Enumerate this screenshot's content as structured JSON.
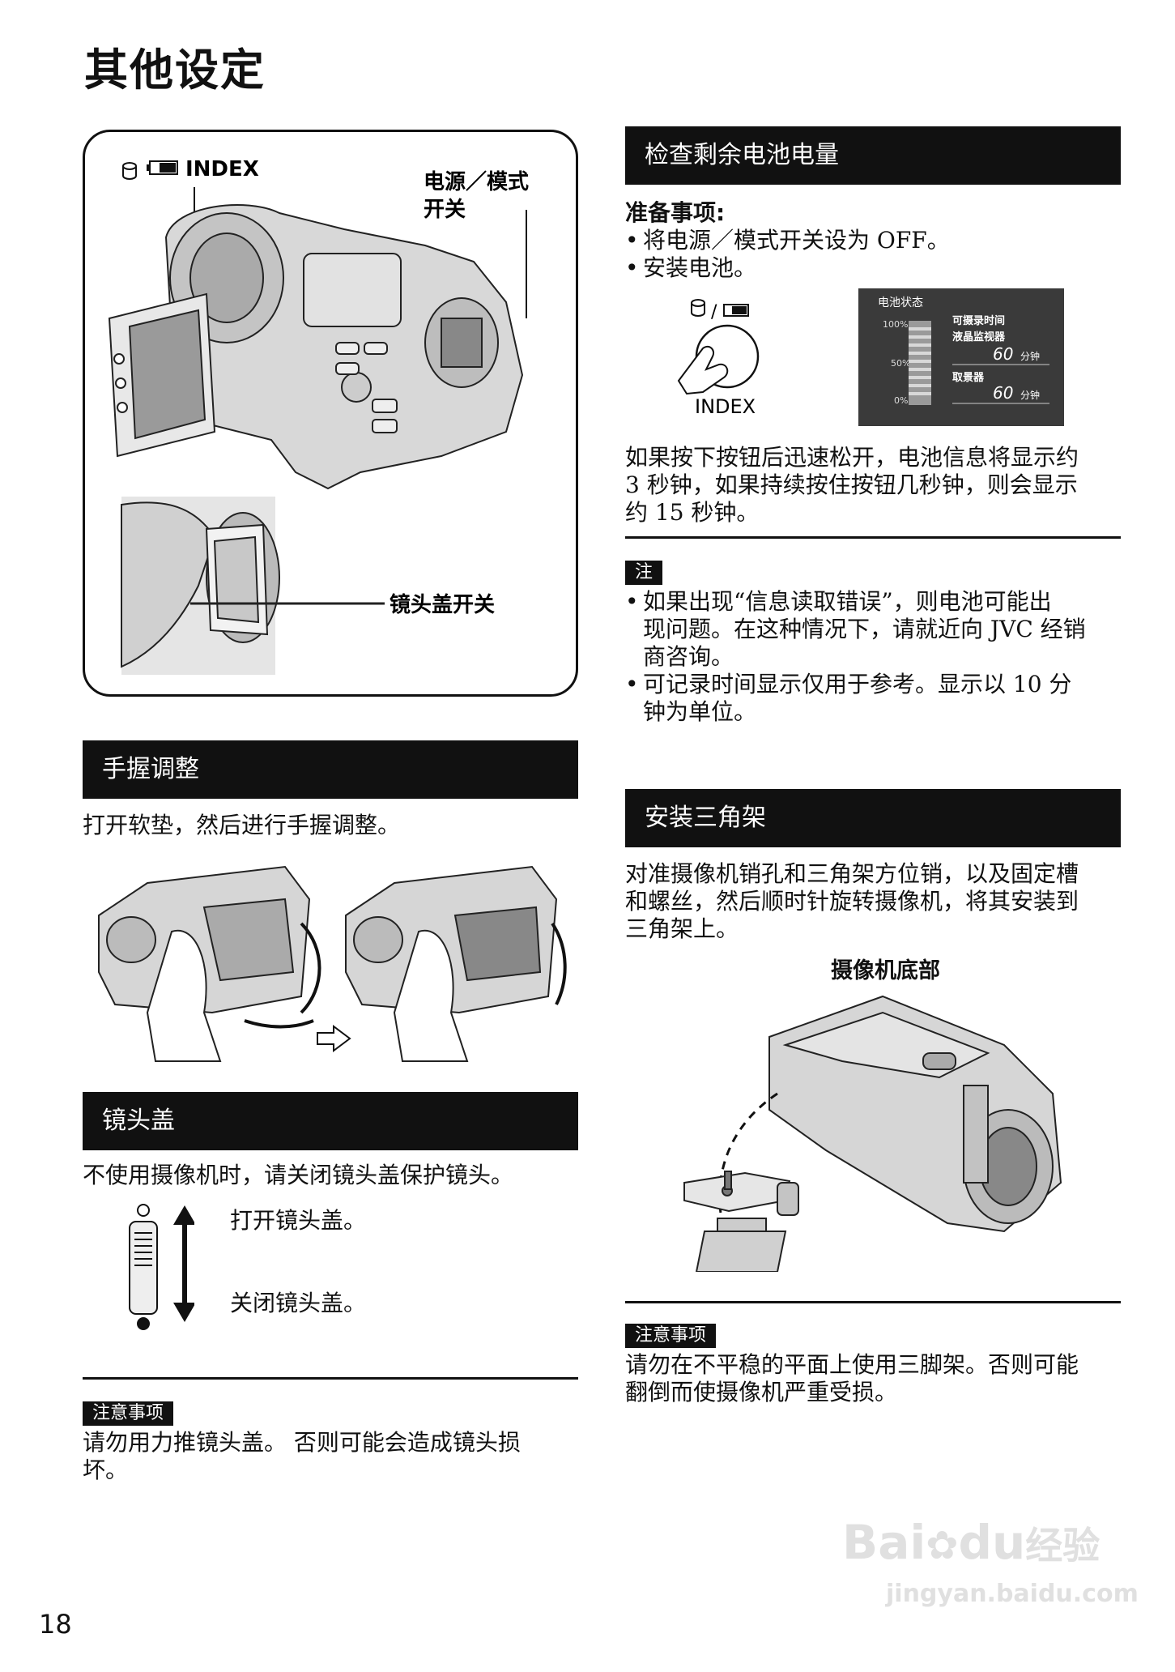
{
  "page": {
    "title": "其他设定",
    "page_number": "18"
  },
  "figure_main": {
    "index_label": "INDEX",
    "power_label_line1": "电源／模式",
    "power_label_line2": "开关",
    "lens_switch_label": "镜头盖开关"
  },
  "grip": {
    "heading": "手握调整",
    "text": "打开软垫，然后进行手握调整。"
  },
  "lens_cover": {
    "heading": "镜头盖",
    "text": "不使用摄像机时，请关闭镜头盖保护镜头。",
    "open_label": "打开镜头盖。",
    "close_label": "关闭镜头盖。"
  },
  "lens_caution": {
    "tag": "注意事项",
    "text_line1": "请勿用力推镜头盖。 否则可能会造成镜头损",
    "text_line2": "坏。"
  },
  "battery": {
    "heading": "检查剩余电池电量",
    "prep_title": "准备事项:",
    "prep_items": [
      "将电源／模式开关设为 OFF。",
      "安装电池。"
    ],
    "button_label": "INDEX",
    "display": {
      "title": "电池状态",
      "pct_100": "100%",
      "pct_50": "50%",
      "pct_0": "0%",
      "rec_time": "可摄录时间",
      "lcd": "液晶监视器",
      "lcd_value": "60",
      "vf": "取景器",
      "vf_value": "60",
      "unit": "分钟"
    },
    "text_lines": [
      "如果按下按钮后迅速松开，电池信息将显示约",
      "3 秒钟，如果持续按住按钮几秒钟，则会显示",
      "约 15 秒钟。"
    ]
  },
  "note": {
    "tag": "注",
    "items": [
      [
        "如果出现“信息读取错误”，则电池可能出",
        "现问题。在这种情况下，请就近向 JVC 经销",
        "商咨询。"
      ],
      [
        "可记录时间显示仅用于参考。显示以 10 分",
        "钟为单位。"
      ]
    ]
  },
  "tripod": {
    "heading": "安装三角架",
    "text_lines": [
      "对准摄像机销孔和三角架方位销，以及固定槽",
      "和螺丝，然后顺时针旋转摄像机，将其安装到",
      "三角架上。"
    ],
    "bottom_label": "摄像机底部"
  },
  "tripod_caution": {
    "tag": "注意事项",
    "text_lines": [
      "请勿在不平稳的平面上使用三脚架。否则可能",
      "翻倒而使摄像机严重受损。"
    ]
  },
  "watermark": {
    "brand": "Bai",
    "brand2": "du",
    "sub": "经验",
    "url": "jingyan.baidu.com"
  }
}
